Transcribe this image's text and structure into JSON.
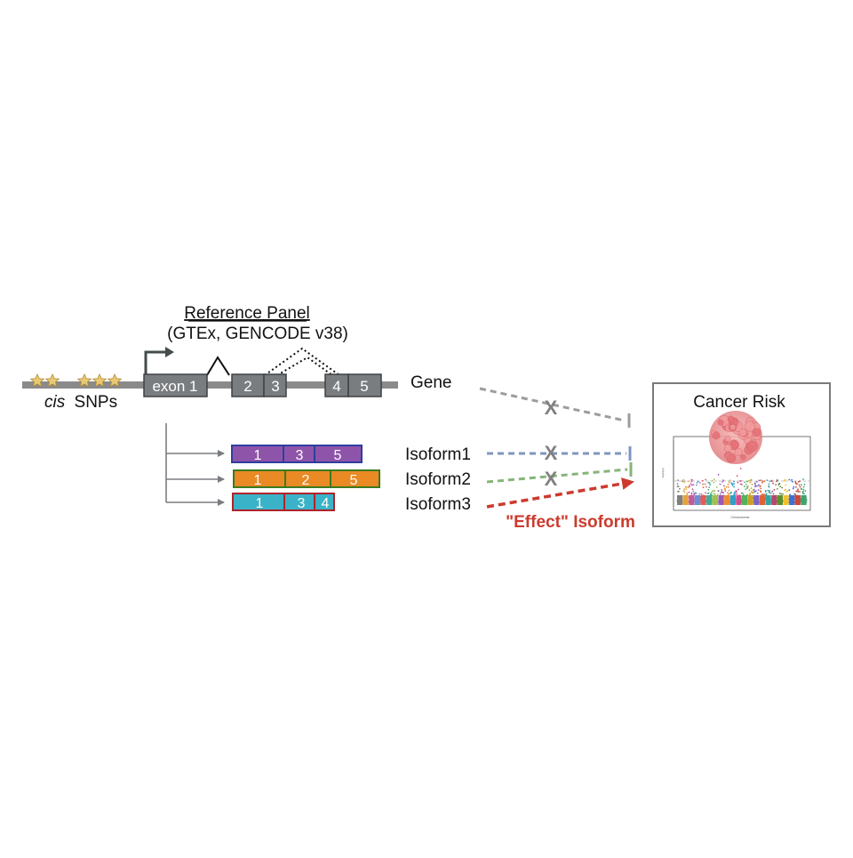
{
  "reference_panel": {
    "title": "Reference Panel",
    "subtitle": "(GTEx, GENCODE v38)"
  },
  "gene_model": {
    "cis_prefix": "cis",
    "snps_label": "SNPs",
    "exon1_label": "exon 1",
    "exon_labels": [
      "2",
      "3",
      "4",
      "5"
    ],
    "gene_label": "Gene"
  },
  "isoforms": [
    {
      "label": "Isoform1",
      "exons": [
        "1",
        "3",
        "5"
      ],
      "fill": "#8e54a9",
      "border": "#2e3f9e",
      "link_color": "#8094c0",
      "outcome": "x"
    },
    {
      "label": "Isoform2",
      "exons": [
        "1",
        "2",
        "5"
      ],
      "fill": "#e98a25",
      "border": "#3b7a1e",
      "link_color": "#86b37a",
      "outcome": "x"
    },
    {
      "label": "Isoform3",
      "exons": [
        "1",
        "3",
        "4"
      ],
      "fill": "#3ab3c8",
      "border": "#b0232a",
      "link_color": "#cc3b2e",
      "outcome": "arrow"
    }
  ],
  "effect_label": "\"Effect\" Isoform",
  "risk_panel": {
    "title": "Cancer Risk",
    "xlabel": "Chromosome"
  },
  "colors": {
    "genome_line": "#8a8a8a",
    "exon": "#7a7d80",
    "gene_link": "#9c9c9c",
    "x_mark": "#808080",
    "effect": "#cc3b2e",
    "star": "#e8c873"
  }
}
